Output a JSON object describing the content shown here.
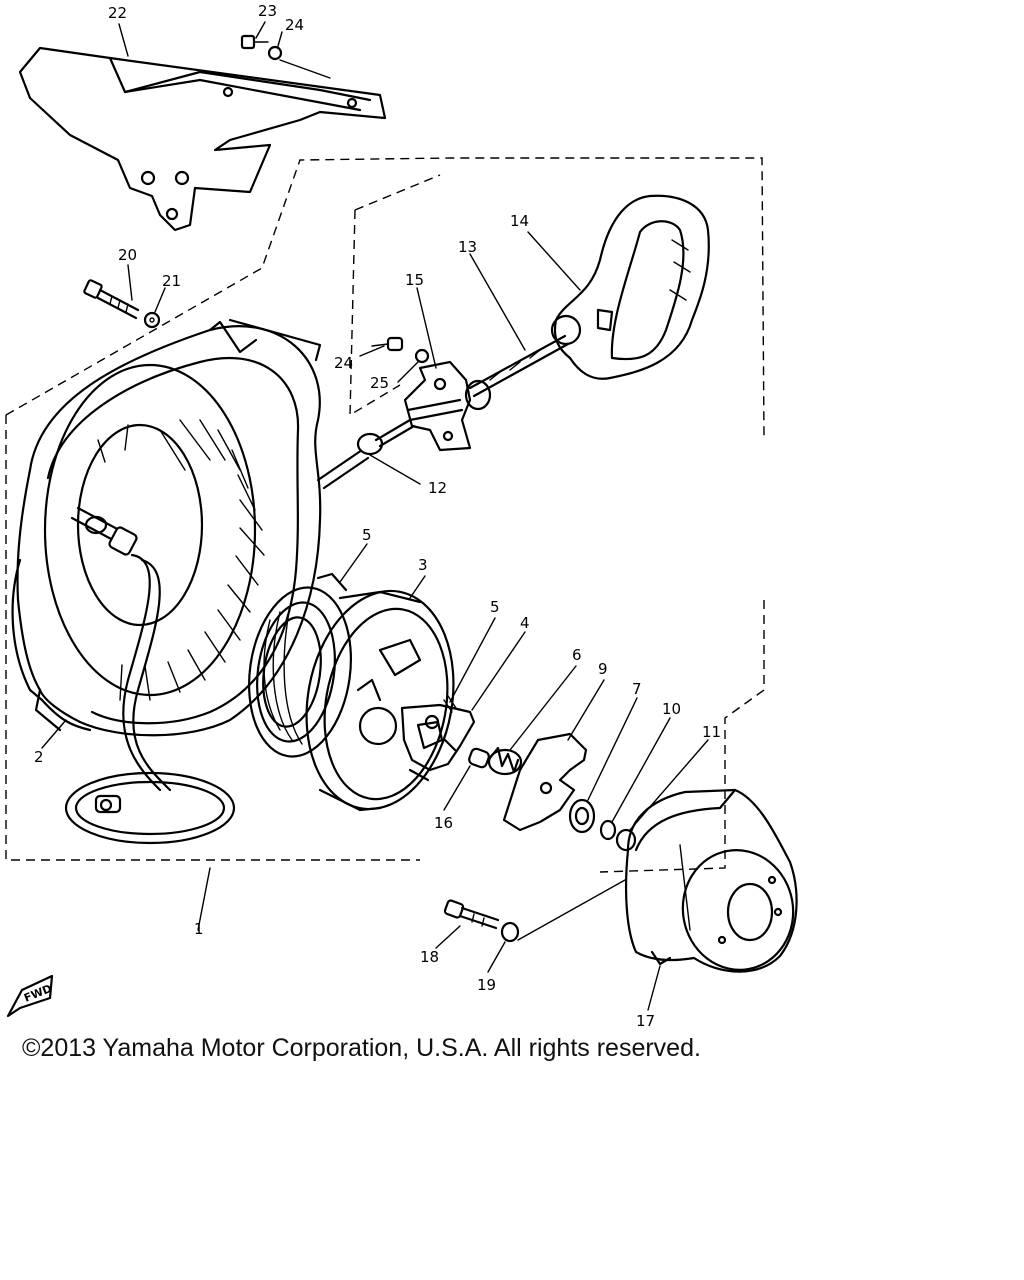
{
  "diagram": {
    "callouts": [
      "22",
      "23",
      "24",
      "20",
      "21",
      "24",
      "25",
      "15",
      "13",
      "14",
      "12",
      "5",
      "3",
      "5",
      "4",
      "6",
      "9",
      "7",
      "10",
      "11",
      "16",
      "2",
      "1",
      "18",
      "19",
      "17"
    ],
    "fwd_badge": "FWD"
  },
  "footer": {
    "copyright": "©2013 Yamaha Motor Corporation, U.S.A. All rights reserved."
  }
}
